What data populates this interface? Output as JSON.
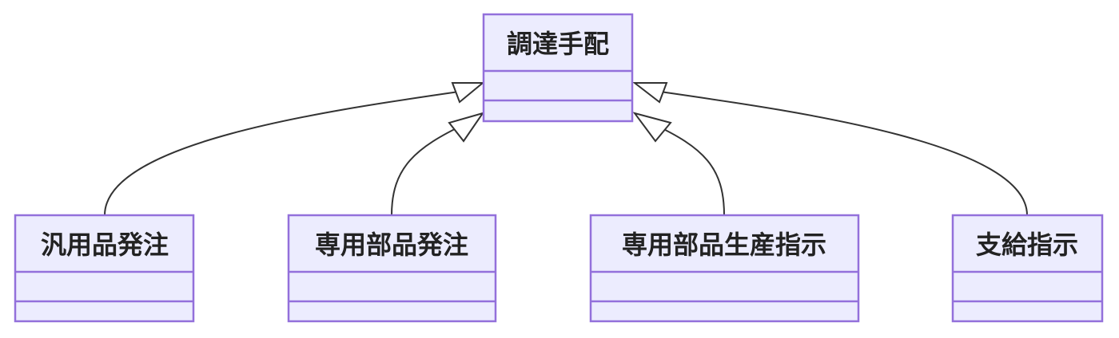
{
  "diagram": {
    "type": "class-diagram",
    "parent": {
      "name": "調達手配"
    },
    "children": [
      {
        "name": "汎用品発注"
      },
      {
        "name": "専用部品発注"
      },
      {
        "name": "専用部品生産指示"
      },
      {
        "name": "支給指示"
      }
    ],
    "relationship": "inheritance"
  },
  "colors": {
    "box_fill": "#ececfe",
    "box_stroke": "#9370db",
    "edge_stroke": "#333333",
    "text": "#222222"
  }
}
